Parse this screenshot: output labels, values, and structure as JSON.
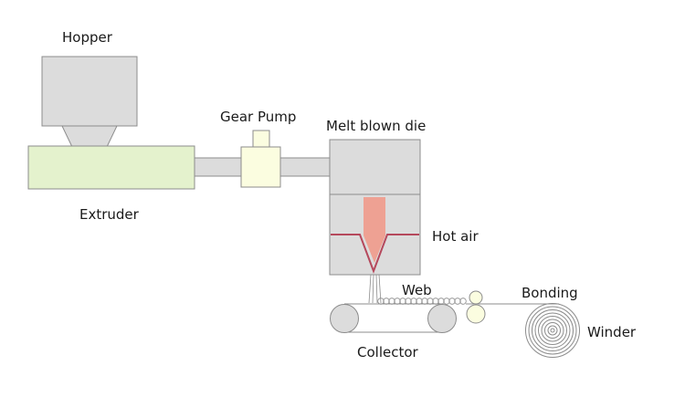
{
  "labels": {
    "hopper": "Hopper",
    "gear_pump": "Gear Pump",
    "melt_blown_die": "Melt blown die",
    "extruder": "Extruder",
    "hot_air": "Hot air",
    "web": "Web",
    "bonding": "Bonding",
    "collector": "Collector",
    "winder": "Winder"
  },
  "colors": {
    "machine_gray": "#dcdcdc",
    "outline_gray": "#8c8c8c",
    "extruder_green": "#e4f2cd",
    "pump_yellow": "#fbfde0",
    "nozzle_salmon": "#eea193",
    "air_line": "#b5485c"
  }
}
